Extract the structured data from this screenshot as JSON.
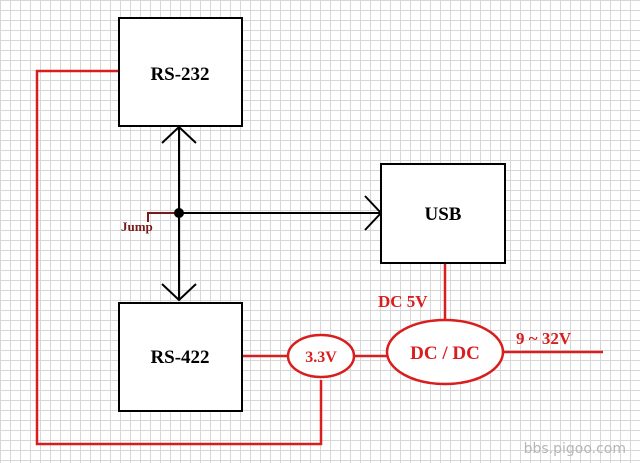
{
  "blocks": {
    "rs232": "RS-232",
    "rs422": "RS-422",
    "usb": "USB"
  },
  "converters": {
    "dcdc": "DC / DC",
    "v33": "3.3V"
  },
  "labels": {
    "jump": "Jump",
    "dc5v": "DC 5V",
    "input_range": "9 ~ 32V"
  },
  "watermark": "bbs.pigoo.com",
  "colors": {
    "power_line": "#d81e1e",
    "signal_line": "#000000",
    "jump_line": "#7a1a1a"
  }
}
